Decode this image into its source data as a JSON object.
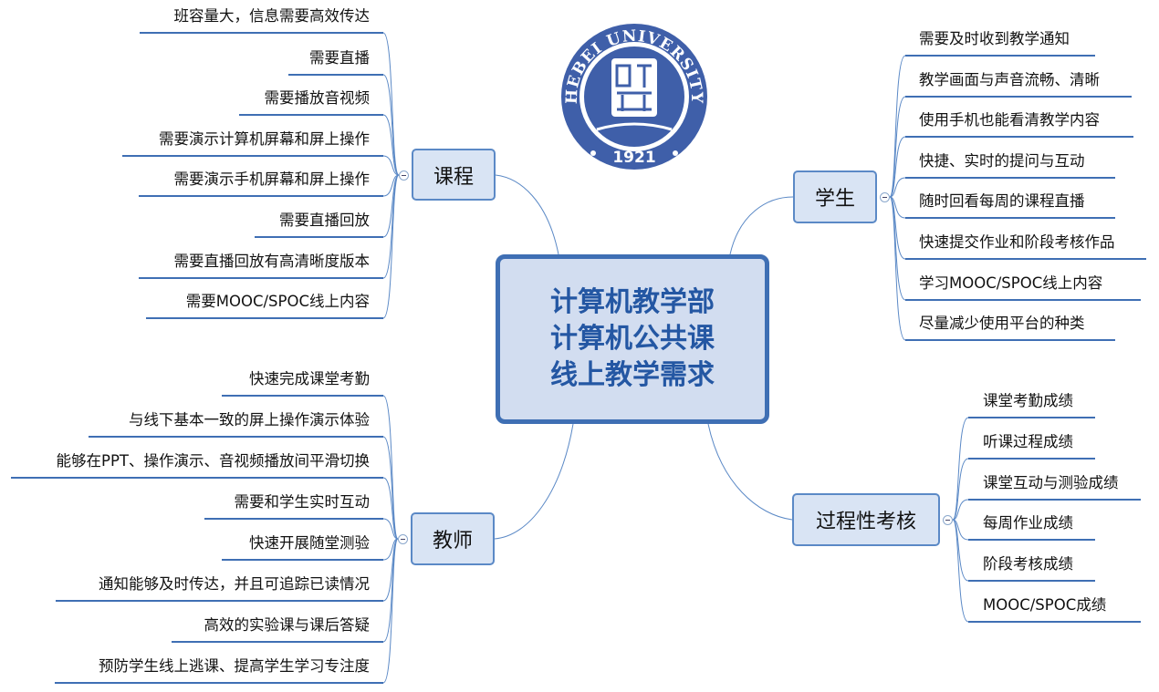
{
  "center": {
    "line1": "计算机教学部",
    "line2": "计算机公共课",
    "line3": "线上教学需求"
  },
  "logo": {
    "arc_text": "HEBEI UNIVERSITY",
    "year": "1921",
    "seal_text": "河北大學",
    "color": "#3f5fa9"
  },
  "branches": {
    "course": {
      "label": "课程",
      "items": [
        "班容量大，信息需要高效传达",
        "需要直播",
        "需要播放音视频",
        "需要演示计算机屏幕和屏上操作",
        "需要演示手机屏幕和屏上操作",
        "需要直播回放",
        "需要直播回放有高清晰度版本",
        "需要MOOC/SPOC线上内容"
      ]
    },
    "teacher": {
      "label": "教师",
      "items": [
        "快速完成课堂考勤",
        "与线下基本一致的屏上操作演示体验",
        "能够在PPT、操作演示、音视频播放间平滑切换",
        "需要和学生实时互动",
        "快速开展随堂测验",
        "通知能够及时传达，并且可追踪已读情况",
        "高效的实验课与课后答疑",
        "预防学生线上逃课、提高学生学习专注度"
      ]
    },
    "student": {
      "label": "学生",
      "items": [
        "需要及时收到教学通知",
        "教学画面与声音流畅、清晰",
        "使用手机也能看清教学内容",
        "快捷、实时的提问与互动",
        "随时回看每周的课程直播",
        "快速提交作业和阶段考核作品",
        "学习MOOC/SPOC线上内容",
        "尽量减少使用平台的种类"
      ]
    },
    "assessment": {
      "label": "过程性考核",
      "items": [
        "课堂考勤成绩",
        "听课过程成绩",
        "课堂互动与测验成绩",
        "每周作业成绩",
        "阶段考核成绩",
        "MOOC/SPOC成绩"
      ]
    }
  },
  "colors": {
    "line": "#5b89c6",
    "underline": "#3f6fb4",
    "box_fill": "#d9e4f4",
    "center_fill": "#d2ddf0",
    "center_text": "#2457a3"
  }
}
